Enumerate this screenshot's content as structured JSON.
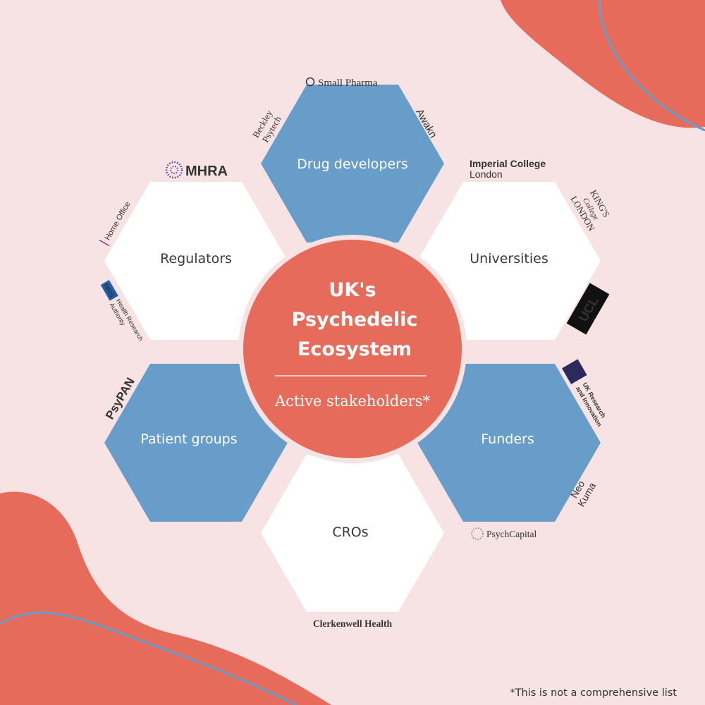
{
  "center": {
    "title_line1": "UK's",
    "title_line2": "Psychedelic",
    "title_line3": "Ecosystem",
    "subtitle": "Active stakeholders*"
  },
  "hexagons": {
    "drug_developers": "Drug developers",
    "universities": "Universities",
    "funders": "Funders",
    "cros": "CROs",
    "patient_groups": "Patient groups",
    "regulators": "Regulators"
  },
  "logos": {
    "small_pharma": "Small Pharma",
    "beckley_line1": "Beckley",
    "beckley_line2": "Psytech",
    "awakn": "Awakn",
    "imperial_line1": "Imperial College",
    "imperial_line2": "London",
    "kings_line1": "KING'S",
    "kings_line2": "College",
    "kings_line3": "LONDON",
    "ucl": "UCL",
    "ukri_line1": "UK Research",
    "ukri_line2": "and Innovation",
    "neo_kuma_line1": "Neo",
    "neo_kuma_line2": "Kuma",
    "psychcapital": "PsychCapital",
    "clerkenwell": "Clerkenwell Health",
    "psypan": "PsyPAN",
    "nhs": "NHS",
    "hra_line1": "Health Research",
    "hra_line2": "Authority",
    "home_office": "Home Office",
    "mhra": "MHRA"
  },
  "footnote": "*This is not a comprehensive list",
  "colors": {
    "background": "#f7e3e3",
    "coral": "#e66b5b",
    "blue": "#689dc9",
    "white": "#ffffff"
  }
}
